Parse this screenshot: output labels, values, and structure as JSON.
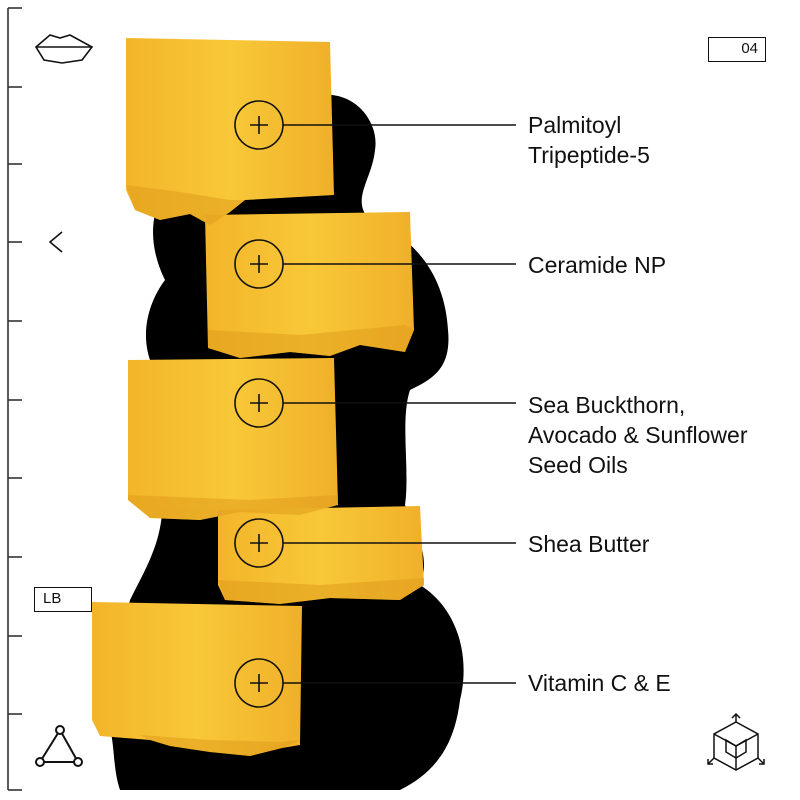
{
  "page_number": "04",
  "corner_tag": "LB",
  "ingredients": [
    {
      "lines": [
        "Palmitoyl",
        "Tripeptide-5"
      ]
    },
    {
      "lines": [
        "Ceramide NP"
      ]
    },
    {
      "lines": [
        "Sea Buckthorn,",
        "Avocado & Sunflower",
        "Seed Oils"
      ]
    },
    {
      "lines": [
        "Shea Butter"
      ]
    },
    {
      "lines": [
        "Vitamin C & E"
      ]
    }
  ],
  "icons": {
    "top_left": "lips-icon",
    "back": "chevron-left-icon",
    "bottom_left": "triangle-molecule-icon",
    "bottom_right": "3d-cube-axes-icon",
    "hotspot": "plus-circle-icon"
  },
  "colors": {
    "balm": "#f6c132",
    "balm_shadow": "#e2a41c",
    "shadow": "#000000",
    "line": "#111111"
  }
}
